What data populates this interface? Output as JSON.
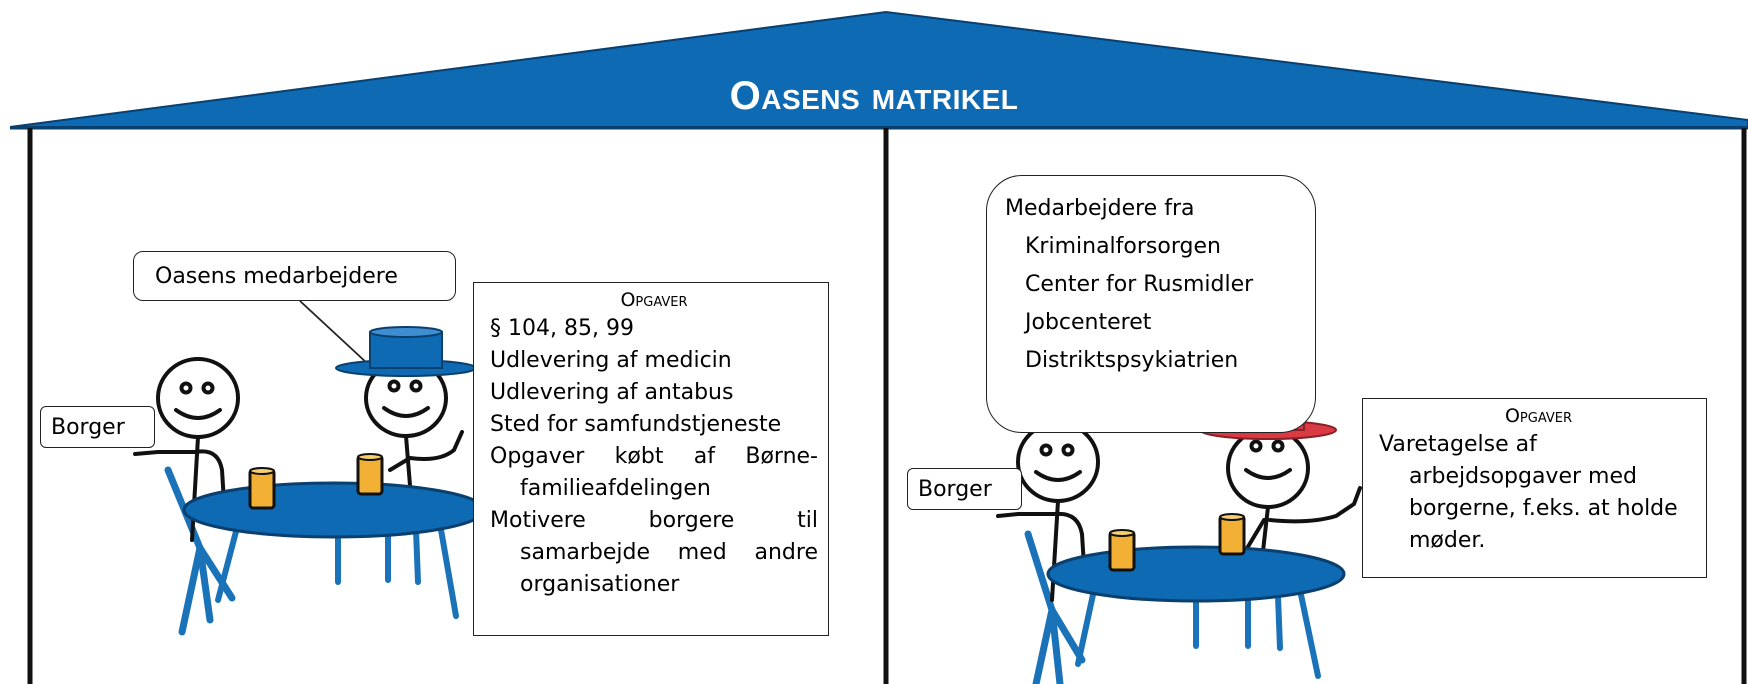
{
  "title": "Oasens matrikel",
  "colors": {
    "roof": "#0d6ab3",
    "table": "#0d6ab3",
    "chair": "#1a73b8",
    "cup": "#f2b134",
    "red_hat": "#d93a44",
    "blue_hat": "#0d6ab3"
  },
  "left": {
    "staff_bubble": "Oasens medarbejdere",
    "citizen_label": "Borger",
    "tasks": {
      "heading": "Opgaver",
      "items": [
        {
          "text": "§ 104, 85, 99"
        },
        {
          "text": "Udlevering af medicin"
        },
        {
          "text": "Udlevering af antabus"
        },
        {
          "text": "Sted for samfundstjeneste"
        },
        {
          "text": "Opgaver købt af Børne-",
          "cont": "familieafdelingen"
        },
        {
          "text": "Motivere borgere til",
          "cont": "samarbejde med andre",
          "cont2": "organisationer"
        }
      ]
    }
  },
  "right": {
    "staff_bubble": {
      "heading": "Medarbejdere fra",
      "items": [
        "Kriminalforsorgen",
        "Center for Rusmidler",
        "Jobcenteret",
        "Distriktspsykiatrien"
      ]
    },
    "citizen_label": "Borger",
    "tasks": {
      "heading": "Opgaver",
      "lines": [
        "Varetagelse af",
        "arbejdsopgaver med",
        "borgerne, f.eks. at holde",
        "møder."
      ]
    }
  }
}
